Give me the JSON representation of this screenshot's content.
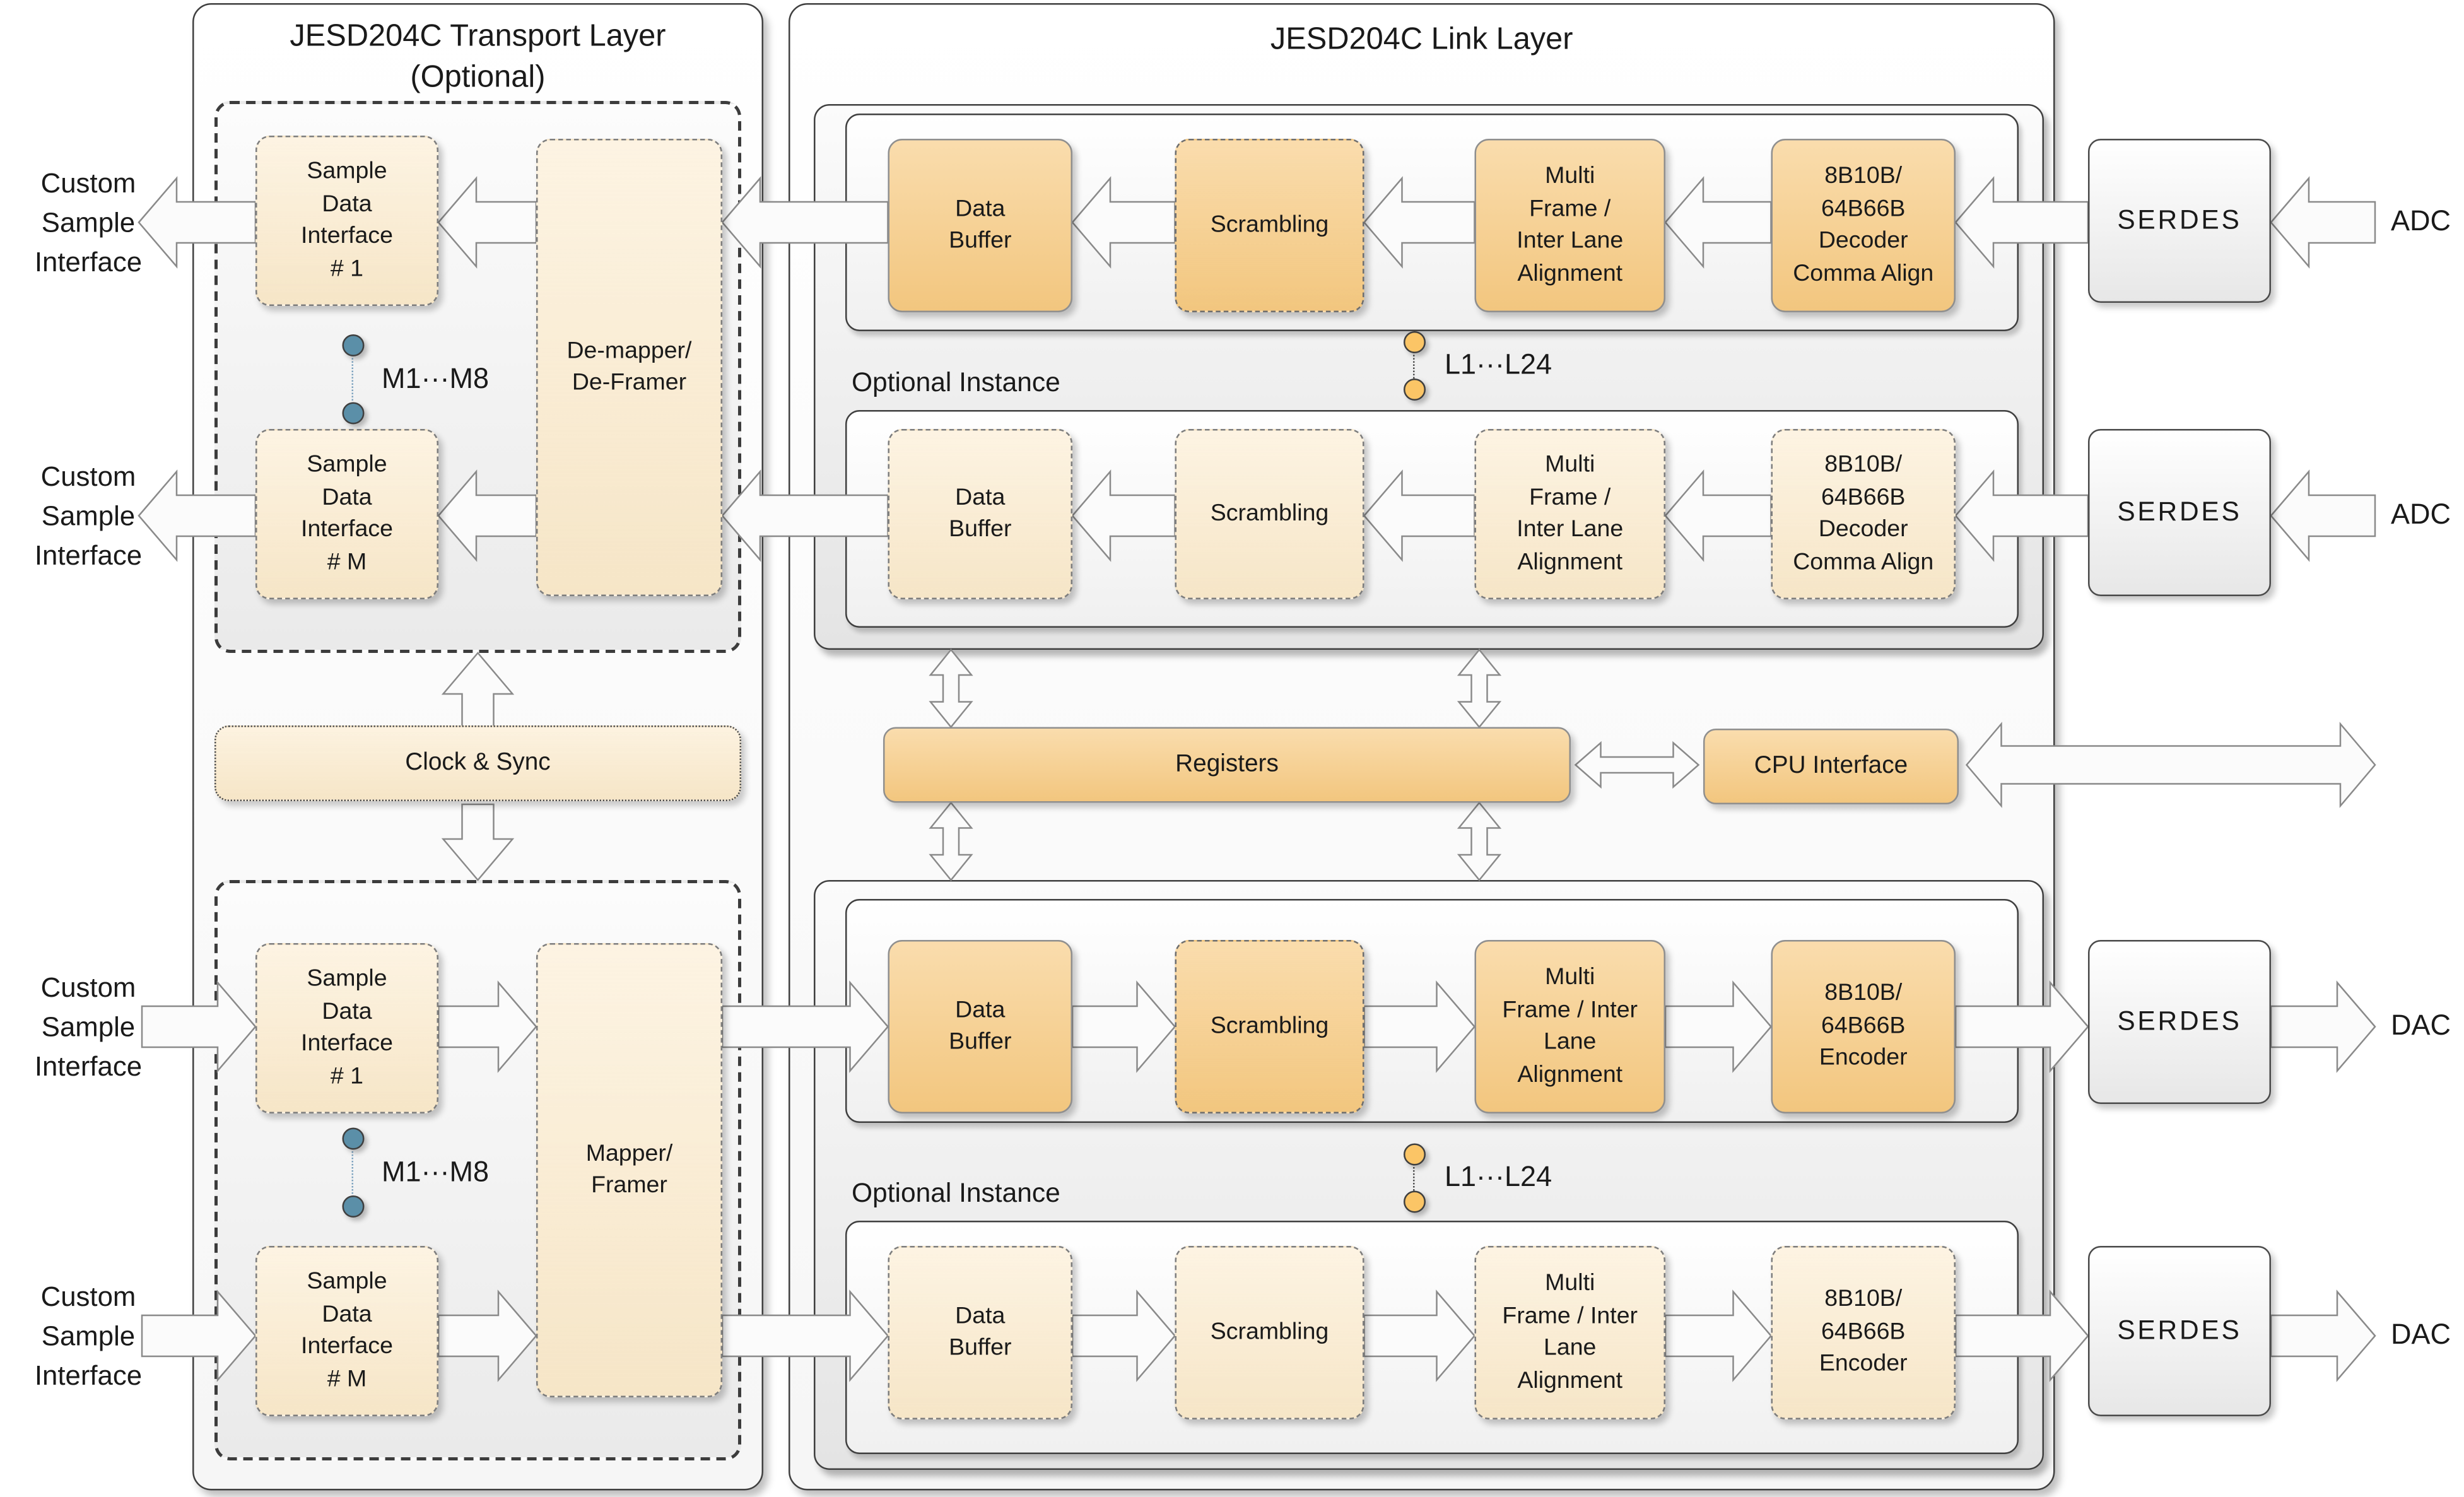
{
  "colors": {
    "block-dark": "#F7CA81",
    "block-light": "#FBEACB",
    "teal-dot": "#5B8FA8",
    "orange-dot": "#FBC566",
    "arrow-fill": "#FBFBFB",
    "arrow-stroke": "#8A8A8A"
  },
  "transport_layer": {
    "title": "JESD204C Transport Layer\n(Optional)",
    "clock_sync_label": "Clock & Sync",
    "rx": {
      "sdi_first": "Sample\nData\nInterface\n# 1",
      "sdi_last": "Sample\nData\nInterface\n# M",
      "m_range": "M1···M8",
      "demapper": "De-mapper/\nDe-Framer"
    },
    "tx": {
      "sdi_first": "Sample\nData\nInterface\n# 1",
      "sdi_last": "Sample\nData\nInterface\n# M",
      "m_range": "M1···M8",
      "mapper": "Mapper/\nFramer"
    }
  },
  "link_layer": {
    "title": "JESD204C Link Layer",
    "registers_label": "Registers",
    "cpu_label": "CPU Interface",
    "optional_instance_label": "Optional Instance",
    "lane_range": "L1···L24",
    "rx_primary": [
      "Data\nBuffer",
      "Scrambling",
      "Multi\nFrame /\nInter Lane\nAlignment",
      "8B10B/\n64B66B\nDecoder\nComma Align"
    ],
    "rx_optional": [
      "Data\nBuffer",
      "Scrambling",
      "Multi\nFrame /\nInter Lane\nAlignment",
      "8B10B/\n64B66B\nDecoder\nComma Align"
    ],
    "tx_primary": [
      "Data\nBuffer",
      "Scrambling",
      "Multi\nFrame / Inter\nLane\nAlignment",
      "8B10B/\n64B66B\nEncoder"
    ],
    "tx_optional": [
      "Data\nBuffer",
      "Scrambling",
      "Multi\nFrame / Inter\nLane\nAlignment",
      "8B10B/\n64B66B\nEncoder"
    ]
  },
  "external": {
    "custom_sample_interface": "Custom\nSample\nInterface",
    "serdes": "SERDES",
    "adc": "ADC",
    "dac": "DAC"
  }
}
